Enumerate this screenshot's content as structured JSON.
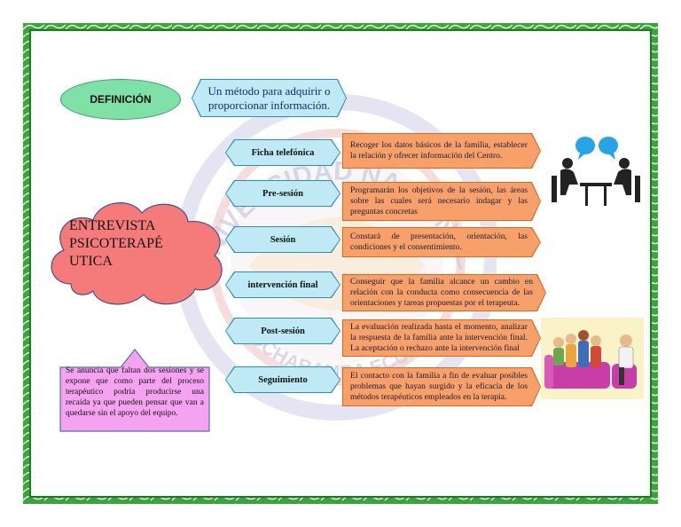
{
  "definition": {
    "label": "DEFINICIÓN",
    "text": "Un método para adquirir o proporcionar información."
  },
  "main_topic": "ENTREVISTA PSICOTERAPÉ UTICA",
  "stages": [
    {
      "label": "Ficha telefónica",
      "description": "Recoger los datos básicos de la familia, establecer la relación y ofrecer información del Centro."
    },
    {
      "label": "Pre-sesión",
      "description": "Programarán los objetivos de la sesión, las áreas sobre las cuales será necesario indagar y las preguntas concretas"
    },
    {
      "label": "Sesión",
      "description": "Constará de presentación, orientación, las condiciones y el consentimiento."
    },
    {
      "label": "intervención final",
      "description": "Conseguir que la familia alcance un cambio en relación con la conducta como consecuencia de las orientaciones y tareas propuestas por el terapeuta."
    },
    {
      "label": "Post-sesión",
      "description": "La evaluación realizada hasta el momento, analizar la respuesta de la familia ante la intervención final. La aceptación o rechazo ante la intervención final"
    },
    {
      "label": "Seguimiento",
      "description": "El contacto con la familia a fin de evaluar posibles problemas que hayan surgido y la eficacia de los métodos terapéuticos empleados en la terapia."
    }
  ],
  "note": "Se anuncia que faltan dos sesiones y se expone que como parte del proceso terapéutico podría producirse una recaída ya que pueden pensar que van a quedarse sin el apoyo del equipo.",
  "watermark": {
    "top_text": "UNIVERSIDAD NACIONAL",
    "bottom_text": "COCHABAMBA ECUADOR"
  },
  "icons": {
    "interview": "interview-people-icon",
    "family": "family-therapy-illustration"
  },
  "colors": {
    "frame": "#3aa53a",
    "definition_ellipse": "#7fe0a8",
    "stage_box": "#bfe9f5",
    "description_box": "#f7a06a",
    "cloud": "#f57a7a",
    "note": "#f5a3f0"
  }
}
